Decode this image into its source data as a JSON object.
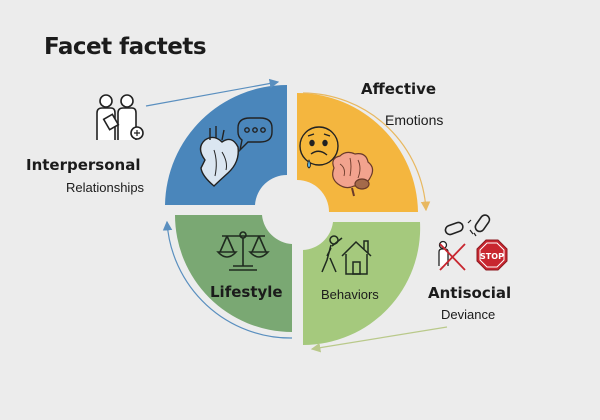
{
  "title": "Facet factets",
  "colors": {
    "background": "#ececec",
    "interpersonal": "#4a86bb",
    "affective": "#f4b63f",
    "lifestyle": "#7aa873",
    "antisocial": "#a5c97d",
    "arrow_blue": "#5a8fbf",
    "arrow_yellow": "#e8b860",
    "arrow_green": "#b9c98a",
    "stop_red": "#c8262f"
  },
  "quadrants": [
    {
      "id": "interpersonal",
      "label": "Interpersonal",
      "sublabel": "Relationships",
      "icons": [
        "people-icon",
        "heart-icon",
        "speech-bubble-icon"
      ]
    },
    {
      "id": "affective",
      "label": "Affective",
      "sublabel": "Emotions",
      "icons": [
        "sad-face-icon",
        "brain-icon"
      ]
    },
    {
      "id": "lifestyle",
      "label": "Lifestyle",
      "sublabel": "",
      "icons": [
        "scales-icon"
      ]
    },
    {
      "id": "antisocial",
      "label": "Antisocial",
      "sublabel": "Deviance",
      "inner_label": "Behaviors",
      "icons": [
        "person-house-icon",
        "broken-chain-icon",
        "crossed-person-icon",
        "stop-sign-icon"
      ]
    }
  ],
  "stop_text": "STOP"
}
